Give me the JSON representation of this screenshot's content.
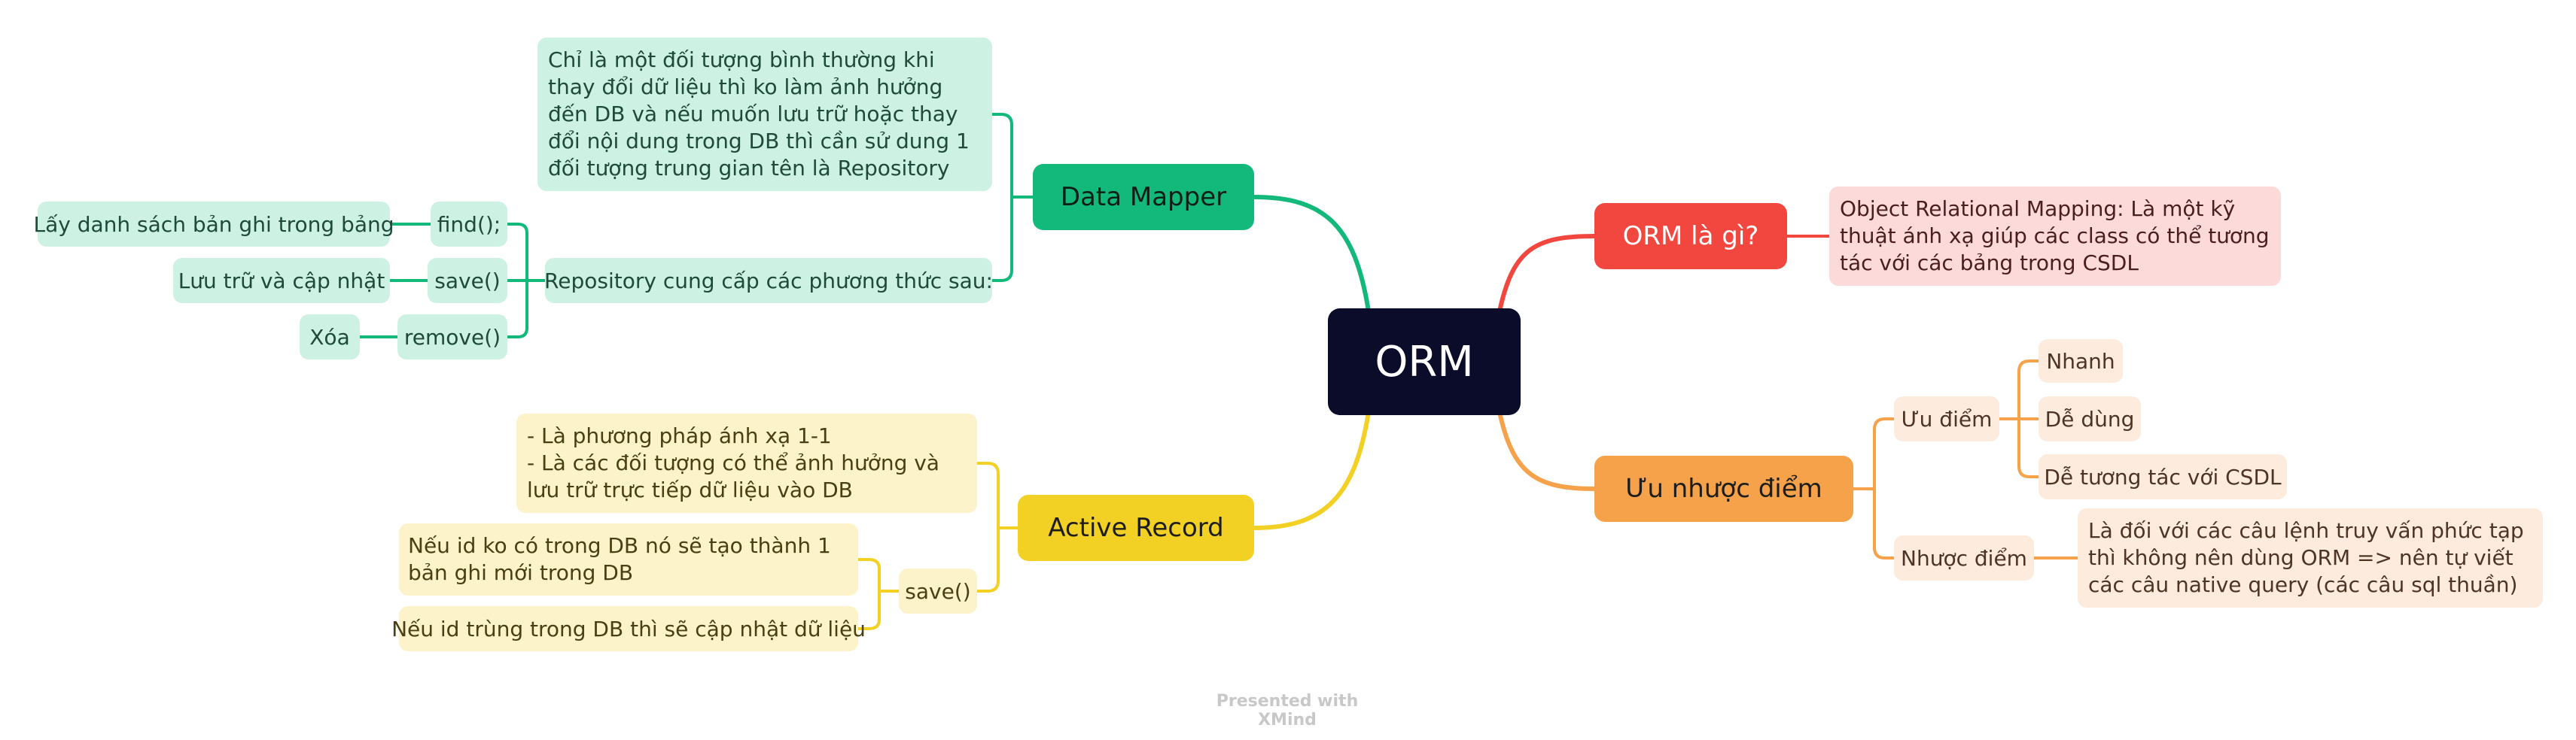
{
  "root": {
    "label": "ORM"
  },
  "branches": {
    "orm_la_gi": {
      "label": "ORM là gì?",
      "color": "#f2473f",
      "definition": "Object Relational Mapping: Là một kỹ thuật ánh xạ giúp các class có thể tương tác với các bảng trong CSDL"
    },
    "uu_nhuoc": {
      "label": "Ưu nhược điểm",
      "color": "#f5a24a",
      "uu_diem": {
        "label": "Ưu điểm",
        "items": [
          "Nhanh",
          "Dễ dùng",
          "Dễ tương tác với CSDL"
        ]
      },
      "nhuoc_diem": {
        "label": "Nhược điểm",
        "detail": "Là đối với các câu lệnh truy vấn phức tạp thì không nên dùng ORM => nên tự viết các câu native query (các câu sql thuần)"
      }
    },
    "data_mapper": {
      "label": "Data Mapper",
      "color": "#13b97a",
      "description": "Chỉ là một đối tượng bình thường khi thay đổi dữ liệu thì ko làm ảnh hưởng đến DB và nếu muốn lưu trữ hoặc thay đổi nội dung trong DB thì cần sử dung 1 đối tượng trung gian tên là Repository",
      "repository": {
        "label": "Repository cung cấp các phương thức sau:",
        "methods": [
          {
            "name": "find();",
            "desc": "Lấy danh sách bản ghi trong bảng"
          },
          {
            "name": "save()",
            "desc": "Lưu trữ và cập nhật"
          },
          {
            "name": "remove()",
            "desc": "Xóa"
          }
        ]
      }
    },
    "active_record": {
      "label": "Active Record",
      "color": "#f2d024",
      "description": "- Là phương pháp ánh xạ 1-1\n- Là các đối tượng có thể ảnh hưởng và lưu trữ trực tiếp dữ liệu vào DB",
      "save": {
        "label": "save()",
        "cases": [
          "Nếu id ko có trong DB nó sẽ tạo thành 1 bản ghi mới trong DB",
          "Nếu id trùng trong DB thì sẽ cập nhật dữ liệu"
        ]
      }
    }
  },
  "watermark": "Presented with XMind"
}
